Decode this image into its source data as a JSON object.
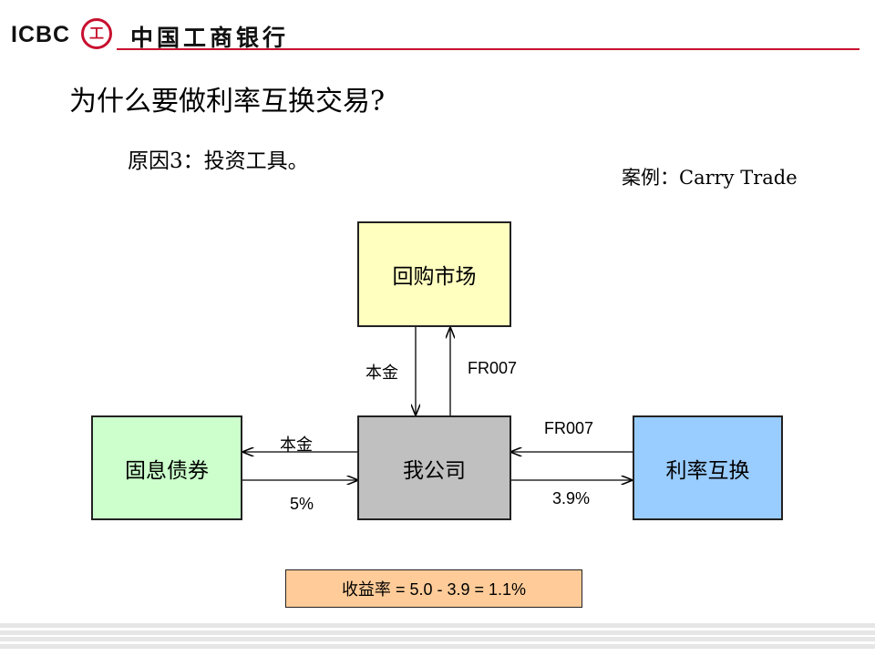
{
  "header": {
    "logo_text": "ICBC",
    "seal_glyph": "工",
    "bank_name": "中国工商银行"
  },
  "title": "为什么要做利率互换交易?",
  "subtitle": "原因3：投资工具。",
  "case_label": "案例：Carry Trade",
  "diagram": {
    "repo_market": "回购市场",
    "fixed_bond": "固息债券",
    "company": "我公司",
    "swap": "利率互换",
    "repo_down_label": "本金",
    "repo_up_label": "FR007",
    "bond_left_label": "本金",
    "bond_right_label": "5%",
    "swap_left_label": "FR007",
    "swap_right_label": "3.9%"
  },
  "result": "收益率 = 5.0 - 3.9 = 1.1%",
  "colors": {
    "brand_red": "#c8102e",
    "repo": "#ffffc0",
    "bond": "#ccffcc",
    "company": "#c0c0c0",
    "swap": "#99ccff",
    "result": "#ffcc99"
  }
}
